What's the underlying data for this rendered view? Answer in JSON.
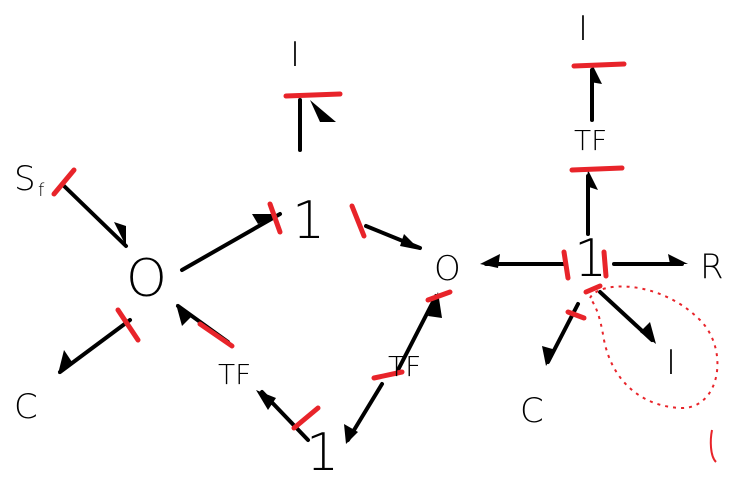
{
  "diagram": {
    "nodes": {
      "sf_source": "S",
      "sf_subscript": "f",
      "junction_0_left": "O",
      "c_left": "C",
      "tf_left": "TF",
      "junction_1_top": "1",
      "i_top_left": "I",
      "junction_0_mid": "O",
      "tf_mid": "TF",
      "junction_1_bottom": "1",
      "junction_1_right": "1",
      "tf_right": "TF",
      "i_top_right": "I",
      "r_right": "R",
      "i_right": "I",
      "c_right": "C"
    },
    "colors": {
      "ink": "#000000",
      "stroke_mark": "#e8242a",
      "annotation": "#e8242a"
    }
  }
}
